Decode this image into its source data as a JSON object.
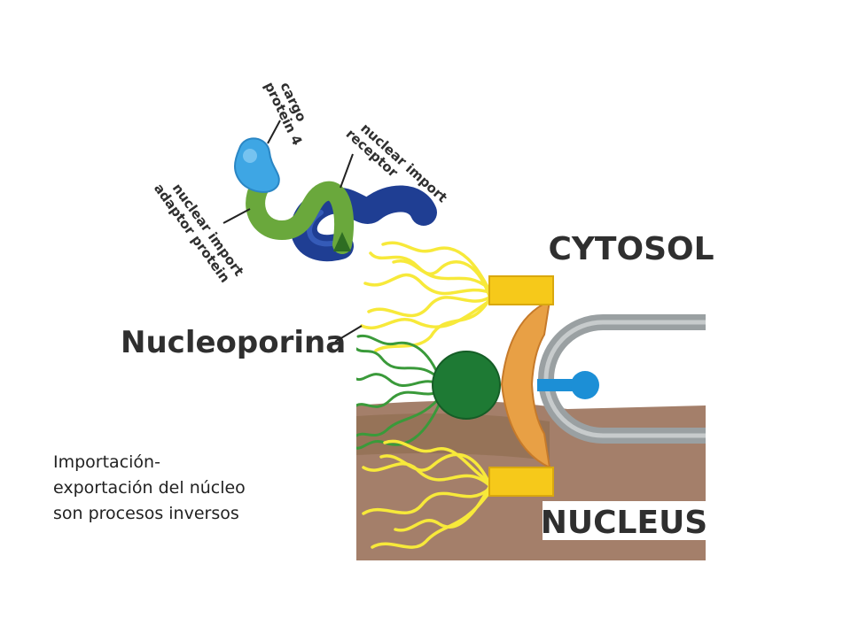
{
  "diagram": {
    "labels": {
      "cytosol": "CYTOSOL",
      "nucleus": "NUCLEUS",
      "nucleoporin": "Nucleoporina",
      "cargo_line1": "cargo",
      "cargo_line2": "protein 4",
      "receptor_line1": "nuclear import",
      "receptor_line2": "receptor",
      "adaptor_line1": "nuclear import",
      "adaptor_line2": "adaptor protein"
    },
    "colors": {
      "nucleus_bg": "#a47f6a",
      "nucleus_dark": "#8b6a48",
      "fibril_yellow": "#f7e93a",
      "fibril_green": "#3a9a3a",
      "anchor_yellow": "#f6c91a",
      "basket_orange": "#e8a045",
      "plug_green": "#1e7a34",
      "envelope_grey": "#8f9597",
      "cargo_blue": "#3ea6e4",
      "adaptor_green": "#6aa83c",
      "receptor_blue": "#1f3e93",
      "stick_blue": "#1c8fd6"
    }
  },
  "caption": {
    "line1": "Importación-",
    "line2": "exportación del núcleo",
    "line3": "son procesos inversos"
  }
}
